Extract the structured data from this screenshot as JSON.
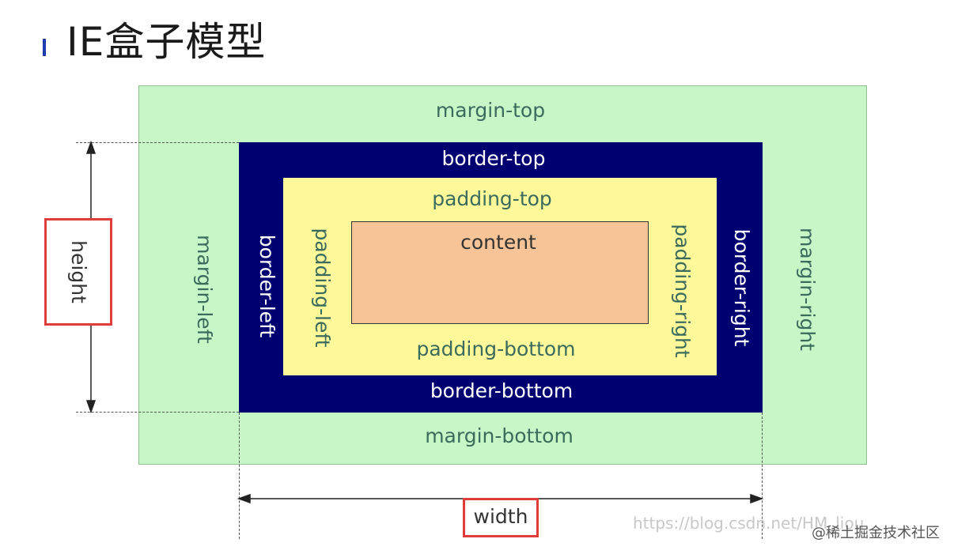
{
  "title": "IE盒子模型",
  "labels": {
    "margin_top": "margin-top",
    "margin_bottom": "margin-bottom",
    "margin_left": "margin-left",
    "margin_right": "margin-right",
    "border_top": "border-top",
    "border_bottom": "border-bottom",
    "border_left": "border-left",
    "border_right": "border-right",
    "padding_top": "padding-top",
    "padding_bottom": "padding-bottom",
    "padding_left": "padding-left",
    "padding_right": "padding-right",
    "content": "content"
  },
  "dimensions": {
    "height": "height",
    "width": "width"
  },
  "watermark": "https://blog.csdn.net/HM_liou",
  "credit": "@稀土掘金技术社区",
  "colors": {
    "margin": "#c7f7c7",
    "border": "#000070",
    "padding": "#fdf99b",
    "content": "#f7c497",
    "highlight": "#e03c3c"
  }
}
